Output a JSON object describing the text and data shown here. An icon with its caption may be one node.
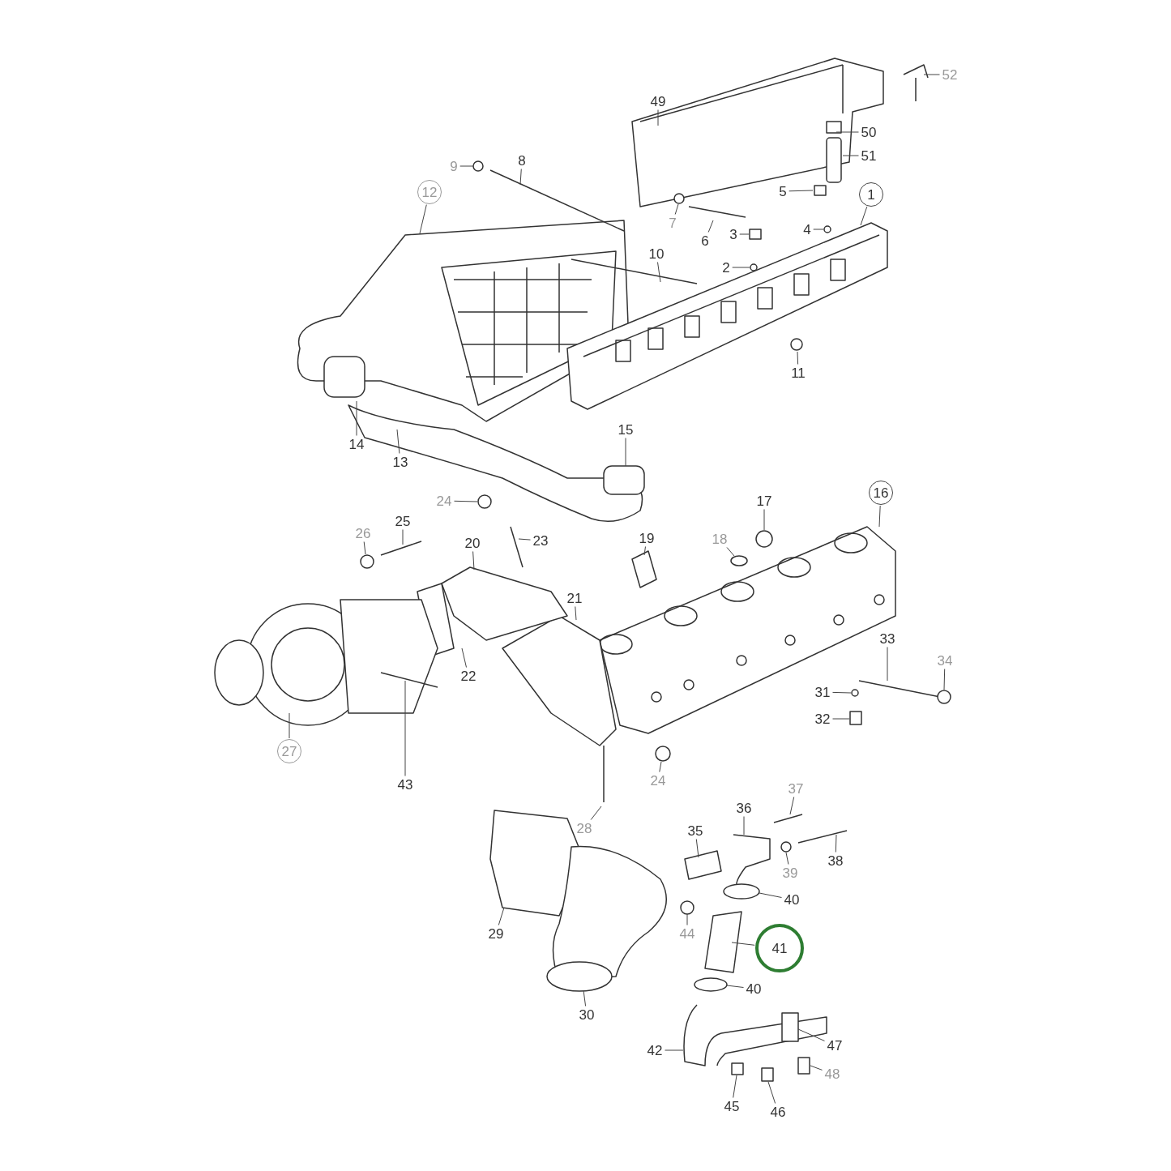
{
  "diagram": {
    "nodes": [
      {
        "text": [
          "52"
        ]
      },
      {
        "text": [
          "49"
        ]
      },
      {
        "text": [
          "50"
        ]
      },
      {
        "text": [
          "51"
        ]
      },
      {
        "text": [
          "9"
        ]
      },
      {
        "text": [
          "8"
        ]
      },
      {
        "text": [
          "12"
        ]
      },
      {
        "text": [
          "1"
        ]
      },
      {
        "text": [
          "5"
        ]
      },
      {
        "text": [
          "7"
        ]
      },
      {
        "text": [
          "4"
        ]
      },
      {
        "text": [
          "6"
        ]
      },
      {
        "text": [
          "3"
        ]
      },
      {
        "text": [
          "2"
        ]
      },
      {
        "text": [
          "10"
        ]
      },
      {
        "text": [
          "11"
        ]
      },
      {
        "text": [
          "14"
        ]
      },
      {
        "text": [
          "13"
        ]
      },
      {
        "text": [
          "15"
        ]
      },
      {
        "text": [
          "24"
        ]
      },
      {
        "text": [
          "17"
        ]
      },
      {
        "text": [
          "16"
        ]
      },
      {
        "text": [
          "25"
        ]
      },
      {
        "text": [
          "26"
        ]
      },
      {
        "text": [
          "20"
        ]
      },
      {
        "text": [
          "23"
        ]
      },
      {
        "text": [
          "19"
        ]
      },
      {
        "text": [
          "18"
        ]
      },
      {
        "text": [
          "21"
        ]
      },
      {
        "text": [
          "22"
        ]
      },
      {
        "text": [
          "33"
        ]
      },
      {
        "text": [
          "34"
        ]
      },
      {
        "text": [
          "31"
        ]
      },
      {
        "text": [
          "32"
        ]
      },
      {
        "text": [
          "27"
        ]
      },
      {
        "text": [
          "24"
        ]
      },
      {
        "text": [
          "43"
        ]
      },
      {
        "text": [
          "28"
        ]
      },
      {
        "text": [
          "37"
        ]
      },
      {
        "text": [
          "36"
        ]
      },
      {
        "text": [
          "35"
        ]
      },
      {
        "text": [
          "38"
        ]
      },
      {
        "text": [
          "39"
        ]
      },
      {
        "text": [
          "40"
        ]
      },
      {
        "text": [
          "44"
        ]
      },
      {
        "text": [
          "29"
        ]
      },
      {
        "text": [
          "41"
        ]
      },
      {
        "text": [
          "40"
        ]
      },
      {
        "text": [
          "30"
        ]
      },
      {
        "text": [
          "47"
        ]
      },
      {
        "text": [
          "42"
        ]
      },
      {
        "text": [
          "48"
        ]
      },
      {
        "text": [
          "45"
        ]
      },
      {
        "text": [
          "46"
        ]
      }
    ],
    "edges": [
      {
        "from": 0,
        "to": null,
        "arrow": "none"
      },
      {
        "from": 1,
        "to": null,
        "arrow": "none"
      },
      {
        "from": 2,
        "to": null,
        "arrow": "none"
      },
      {
        "from": 3,
        "to": null,
        "arrow": "none"
      },
      {
        "from": 4,
        "to": null,
        "arrow": "none"
      },
      {
        "from": 5,
        "to": null,
        "arrow": "none"
      },
      {
        "from": 6,
        "to": null,
        "arrow": "none"
      },
      {
        "from": 7,
        "to": null,
        "arrow": "none"
      },
      {
        "from": 8,
        "to": null,
        "arrow": "none"
      },
      {
        "from": 9,
        "to": null,
        "arrow": "none"
      },
      {
        "from": 10,
        "to": null,
        "arrow": "none"
      },
      {
        "from": 11,
        "to": null,
        "arrow": "none"
      },
      {
        "from": 12,
        "to": null,
        "arrow": "none"
      },
      {
        "from": 13,
        "to": null,
        "arrow": "none"
      },
      {
        "from": 14,
        "to": null,
        "arrow": "none"
      },
      {
        "from": 15,
        "to": null,
        "arrow": "none"
      },
      {
        "from": 16,
        "to": null,
        "arrow": "none"
      },
      {
        "from": 17,
        "to": null,
        "arrow": "none"
      },
      {
        "from": 18,
        "to": null,
        "arrow": "none"
      },
      {
        "from": 19,
        "to": null,
        "arrow": "none"
      },
      {
        "from": 20,
        "to": null,
        "arrow": "none"
      },
      {
        "from": 21,
        "to": null,
        "arrow": "none"
      },
      {
        "from": 22,
        "to": null,
        "arrow": "none"
      },
      {
        "from": 23,
        "to": null,
        "arrow": "none"
      },
      {
        "from": 24,
        "to": null,
        "arrow": "none"
      },
      {
        "from": 25,
        "to": null,
        "arrow": "none"
      },
      {
        "from": 26,
        "to": null,
        "arrow": "none"
      },
      {
        "from": 27,
        "to": null,
        "arrow": "none"
      },
      {
        "from": 28,
        "to": null,
        "arrow": "none"
      },
      {
        "from": 29,
        "to": null,
        "arrow": "none"
      },
      {
        "from": 30,
        "to": null,
        "arrow": "none"
      },
      {
        "from": 31,
        "to": null,
        "arrow": "none"
      },
      {
        "from": 32,
        "to": null,
        "arrow": "none"
      },
      {
        "from": 33,
        "to": null,
        "arrow": "none"
      },
      {
        "from": 34,
        "to": null,
        "arrow": "none"
      },
      {
        "from": 35,
        "to": null,
        "arrow": "none"
      },
      {
        "from": 36,
        "to": null,
        "arrow": "none"
      },
      {
        "from": 37,
        "to": null,
        "arrow": "none"
      },
      {
        "from": 38,
        "to": null,
        "arrow": "none"
      },
      {
        "from": 39,
        "to": null,
        "arrow": "none"
      },
      {
        "from": 40,
        "to": null,
        "arrow": "none"
      },
      {
        "from": 41,
        "to": null,
        "arrow": "none"
      },
      {
        "from": 42,
        "to": null,
        "arrow": "none"
      },
      {
        "from": 43,
        "to": null,
        "arrow": "none"
      },
      {
        "from": 44,
        "to": null,
        "arrow": "none"
      },
      {
        "from": 45,
        "to": null,
        "arrow": "none"
      },
      {
        "from": 46,
        "to": null,
        "arrow": "none"
      },
      {
        "from": 47,
        "to": null,
        "arrow": "none"
      },
      {
        "from": 48,
        "to": null,
        "arrow": "none"
      },
      {
        "from": 49,
        "to": null,
        "arrow": "none"
      },
      {
        "from": 50,
        "to": null,
        "arrow": "none"
      },
      {
        "from": 51,
        "to": null,
        "arrow": "none"
      },
      {
        "from": 52,
        "to": null,
        "arrow": "none"
      },
      {
        "from": 53,
        "to": null,
        "arrow": "none"
      }
    ]
  }
}
